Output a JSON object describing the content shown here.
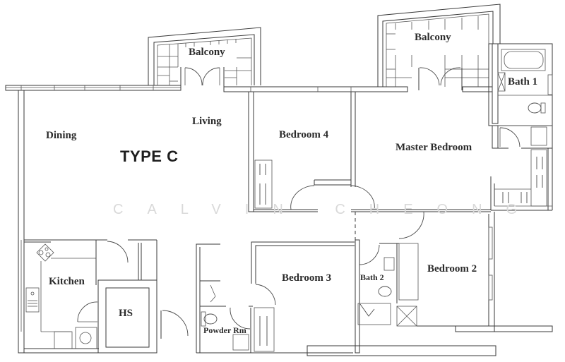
{
  "plan": {
    "title": "TYPE C",
    "watermark": "CALVIN CHEONG",
    "colors": {
      "line": "#3a3a3a",
      "background": "#ffffff",
      "watermark": "#d9d9d9"
    },
    "rooms": {
      "balcony_left": "Balcony",
      "balcony_right": "Balcony",
      "bath1": "Bath 1",
      "living": "Living",
      "dining": "Dining",
      "bedroom4": "Bedroom 4",
      "master_bedroom": "Master Bedroom",
      "kitchen": "Kitchen",
      "hs": "HS",
      "bedroom3": "Bedroom 3",
      "bath2": "Bath 2",
      "bedroom2": "Bedroom 2",
      "powder_rm": "Powder Rm"
    }
  }
}
